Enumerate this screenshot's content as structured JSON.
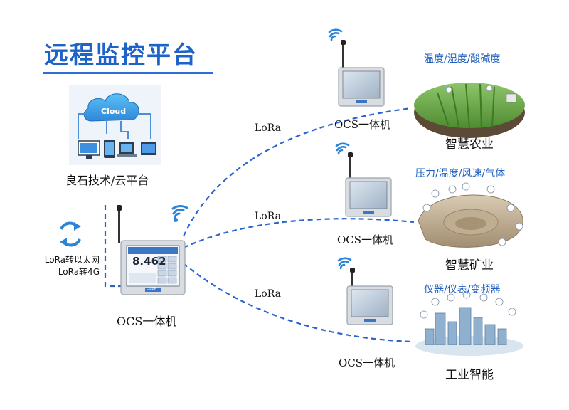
{
  "title": "远程监控平台",
  "cloud": {
    "cloud_text": "Cloud",
    "label": "良石技术/云平台"
  },
  "gateway": {
    "screen_value": "8.462",
    "note_line1": "LoRa转以太网",
    "note_line2": "LoRa转4G",
    "label": "OCS一体机",
    "brand": "LIEBR"
  },
  "links": [
    {
      "label": "LoRa"
    },
    {
      "label": "LoRa"
    },
    {
      "label": "LoRa"
    }
  ],
  "nodes": [
    {
      "label": "OCS一体机",
      "params": "温度/湿度/酸碱度",
      "scene": "智慧农业"
    },
    {
      "label": "OCS一体机",
      "params": "压力/温度/风速/气体",
      "scene": "智慧矿业"
    },
    {
      "label": "OCS一体机",
      "params": "仪器/仪表/变频器",
      "scene": "工业智能"
    }
  ],
  "colors": {
    "accent": "#1d63c8",
    "link": "#2a64d2",
    "cloud": "#3ea0e8"
  }
}
